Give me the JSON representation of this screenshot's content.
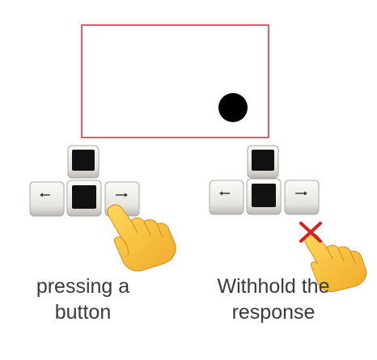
{
  "screen": {
    "frame_color": "#e0242b",
    "target": "black-dot"
  },
  "panels": [
    {
      "id": "press",
      "caption_line1": "pressing a",
      "caption_line2": "button",
      "keys": [
        "up-key",
        "left-key",
        "down-key",
        "right-key"
      ],
      "hand_icon": "pointing-hand-icon",
      "cross": false
    },
    {
      "id": "withhold",
      "caption_line1": "Withhold the",
      "caption_line2": "response",
      "keys": [
        "up-key",
        "left-key",
        "down-key",
        "right-key"
      ],
      "hand_icon": "pointing-hand-icon",
      "cross": true,
      "cross_color": "#d8201f"
    }
  ],
  "colors": {
    "key_face": "#ecebe6",
    "key_screen": "#111111",
    "hand": "#f7c23c",
    "hand_shadow": "#e39a1d",
    "text": "#3a3a3a"
  }
}
